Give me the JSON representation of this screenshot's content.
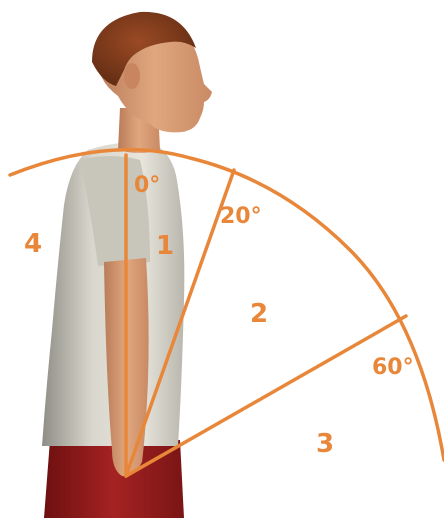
{
  "diagram": {
    "accent_color": "#E8873A",
    "angle_labels": {
      "deg0": "0°",
      "deg20": "20°",
      "deg60": "60°"
    },
    "zone_labels": {
      "zone1": "1",
      "zone2": "2",
      "zone3": "3",
      "zone4": "4"
    },
    "figure": {
      "subject": "standing male figure, side view, arm hanging down",
      "shirt_color": "#D8D6CC",
      "skin_color": "#D79A73",
      "hair_color": "#7A3A1C",
      "pants_color": "#8E1B1B"
    }
  }
}
